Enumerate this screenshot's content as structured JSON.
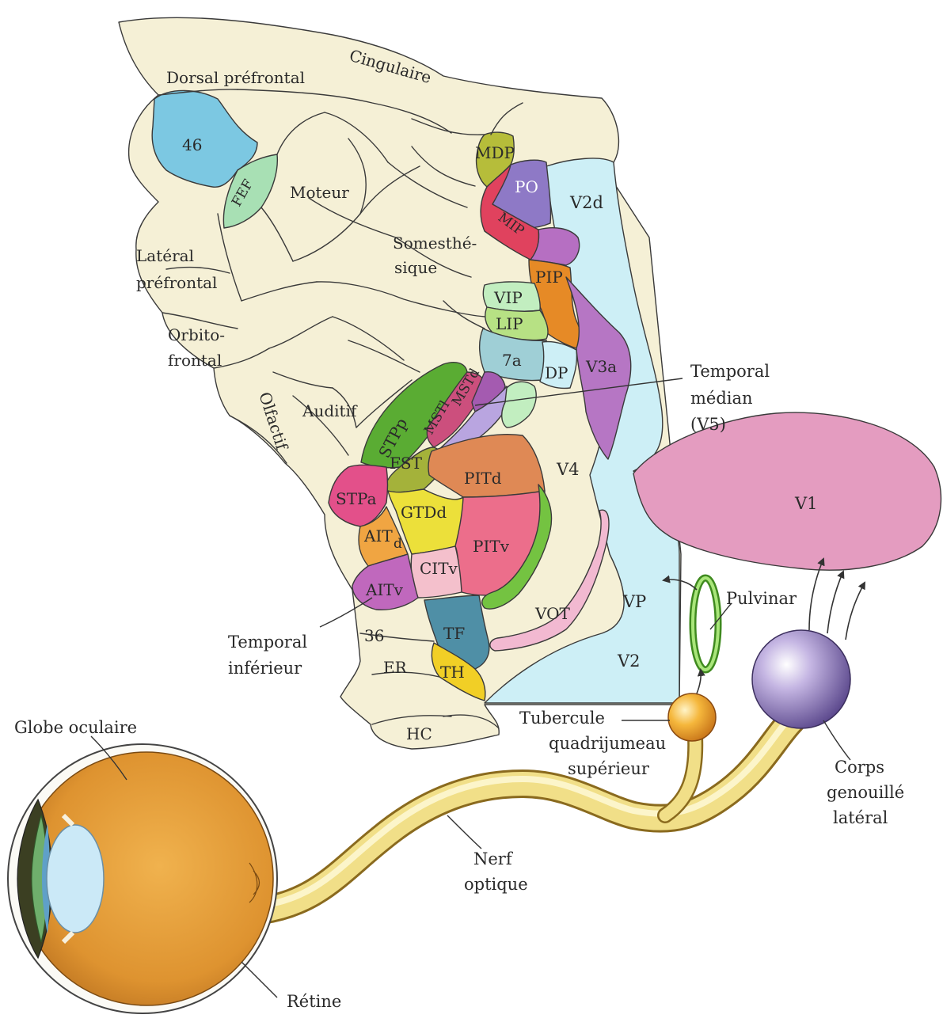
{
  "colors": {
    "cortex": "#f5f0d6",
    "v2": "#cdeff6",
    "v1": "#e49cc0",
    "eye": "#e3a23a",
    "nerve": "#f1df88",
    "lgn": "#9a85c3",
    "colliculus": "#f2b33d",
    "pulvinar_ring": "#7fce4f"
  },
  "regions": {
    "dorsal_prefrontal": "Dorsal préfrontal",
    "cingulaire": "Cingulaire",
    "area46": "46",
    "fef": "FEF",
    "moteur": "Moteur",
    "lateral_prefrontal_1": "Latéral",
    "lateral_prefrontal_2": "préfrontal",
    "somesthesique_1": "Somesthé-",
    "somesthesique_2": "sique",
    "orbitofrontal_1": "Orbito-",
    "orbitofrontal_2": "frontal",
    "olfactif": "Olfactif",
    "auditif": "Auditif",
    "mdp": "MDP",
    "po": "PO",
    "mip": "MIP",
    "pip": "PIP",
    "vip": "VIP",
    "lip": "LIP",
    "a7": "7a",
    "dp": "DP",
    "v3a": "V3a",
    "v2d": "V2d",
    "stpp": "STPp",
    "mstl": "MSTl",
    "mstd": "MSTd",
    "fst": "FST",
    "stpa": "STPa",
    "pitd": "PITd",
    "gtdd": "GTDd",
    "ait_d": "AIT",
    "ait_d_sub": "d",
    "pitv": "PITv",
    "citv": "CITv",
    "aitv": "AITv",
    "v4": "V4",
    "vot": "VOT",
    "vp": "VP",
    "v2": "V2",
    "tf": "TF",
    "th": "TH",
    "area36": "36",
    "er": "ER",
    "hc": "HC",
    "v1": "V1"
  },
  "callouts": {
    "temporal_median_1": "Temporal",
    "temporal_median_2": "médian",
    "temporal_median_3": "(V5)",
    "temporal_inferieur_1": "Temporal",
    "temporal_inferieur_2": "inférieur",
    "pulvinar": "Pulvinar",
    "tubercule_1": "Tubercule",
    "tubercule_2": "quadrijumeau",
    "tubercule_3": "supérieur",
    "corps_1": "Corps",
    "corps_2": "genouillé",
    "corps_3": "latéral",
    "globe": "Globe oculaire",
    "nerf_1": "Nerf",
    "nerf_2": "optique",
    "retine": "Rétine"
  }
}
